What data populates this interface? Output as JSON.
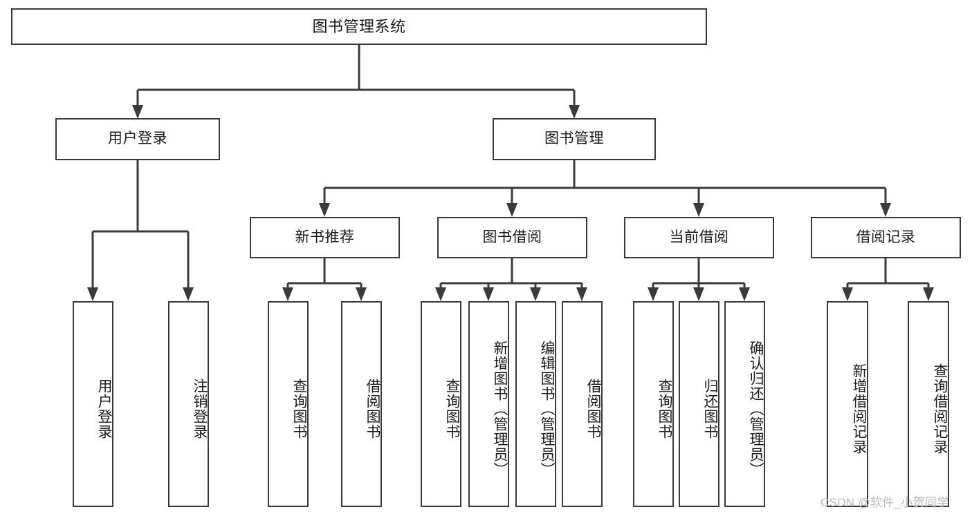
{
  "diagram": {
    "title_node": {
      "label": "图书管理系统"
    },
    "level1": [
      {
        "id": "user-login",
        "label": "用户登录"
      },
      {
        "id": "book-manage",
        "label": "图书管理"
      }
    ],
    "level2": [
      {
        "id": "new-book-recommend",
        "label": "新书推荐"
      },
      {
        "id": "book-borrow",
        "label": "图书借阅"
      },
      {
        "id": "current-borrow",
        "label": "当前借阅"
      },
      {
        "id": "borrow-record",
        "label": "借阅记录"
      }
    ],
    "leaves": [
      {
        "id": "leaf-user-login",
        "label": "用户登录",
        "parent": "用户登录"
      },
      {
        "id": "leaf-logout-login",
        "label": "注销登录",
        "parent": "用户登录"
      },
      {
        "id": "leaf-query-book-1",
        "label": "查询图书",
        "parent": "新书推荐"
      },
      {
        "id": "leaf-borrow-book-1",
        "label": "借阅图书",
        "parent": "新书推荐"
      },
      {
        "id": "leaf-query-book-2",
        "label": "查询图书",
        "parent": "图书借阅"
      },
      {
        "id": "leaf-add-book",
        "label": "新增图书（管理员）",
        "parent": "图书借阅"
      },
      {
        "id": "leaf-edit-book",
        "label": "编辑图书（管理员）",
        "parent": "图书借阅"
      },
      {
        "id": "leaf-borrow-book-2",
        "label": "借阅图书",
        "parent": "图书借阅"
      },
      {
        "id": "leaf-query-book-3",
        "label": "查询图书",
        "parent": "当前借阅"
      },
      {
        "id": "leaf-return-book",
        "label": "归还图书",
        "parent": "当前借阅"
      },
      {
        "id": "leaf-confirm-return",
        "label": "确认归还（管理员）",
        "parent": "当前借阅"
      },
      {
        "id": "leaf-add-record",
        "label": "新增借阅记录",
        "parent": "借阅记录"
      },
      {
        "id": "leaf-query-record",
        "label": "查询借阅记录",
        "parent": "借阅记录"
      }
    ],
    "watermark": "CSDN @软件_小贺同学",
    "colors": {
      "stroke": "#3a3a3a",
      "background": "#ffffff",
      "text": "#1b1b1b",
      "watermark": "#b9b9b9"
    }
  }
}
